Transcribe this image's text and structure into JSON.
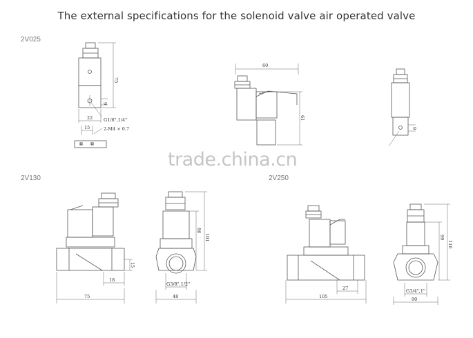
{
  "header": {
    "title": "The external specifications for the solenoid valve air operated valve"
  },
  "models": {
    "m1": "2V025",
    "m2": "2V130",
    "m3": "2V250"
  },
  "watermark": "trade.china.cn",
  "dims": {
    "v1_height": "75",
    "v1_port": "9",
    "v1_width": "22",
    "v1_thread": "G1/8\",1/4\"",
    "v1_hole_spacing": "15",
    "v1_mount": "2-M4 × 0.7",
    "v2_width": "60",
    "v2_height": "61",
    "v3_port": "9",
    "v4_height": "15",
    "v4_port": "18",
    "v4_width": "75",
    "v5_h1": "86",
    "v5_h2": "101",
    "v5_thread": "G3/8\",1/2\"",
    "v5_width": "48",
    "v6_port": "27",
    "v6_width": "105",
    "v7_h1": "99",
    "v7_h2": "116",
    "v7_thread": "G3/4\",1\"",
    "v7_width": "90"
  }
}
